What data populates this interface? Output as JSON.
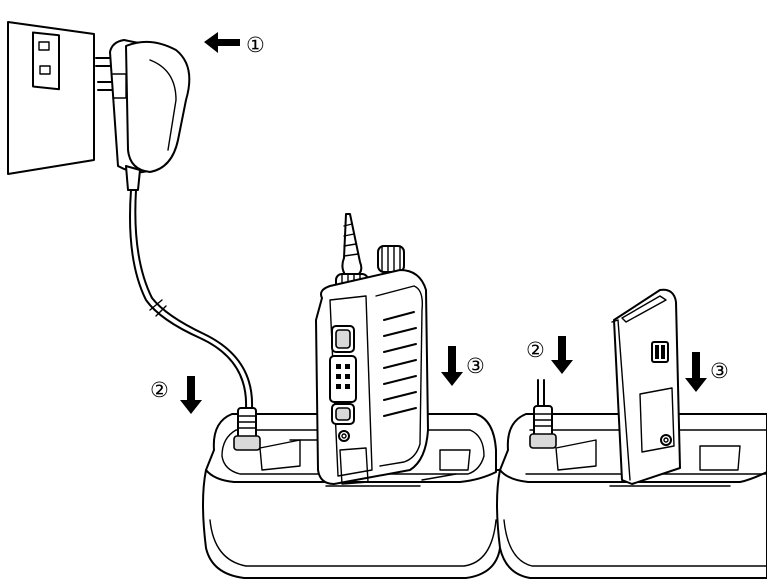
{
  "steps": [
    {
      "number": 1,
      "marker": "①",
      "direction": "left",
      "target": "power-adapter"
    },
    {
      "number": 2,
      "marker": "②",
      "direction": "down",
      "target": "dc-plug-left-charger"
    },
    {
      "number": 3,
      "marker": "③",
      "direction": "down",
      "target": "radio-in-left-charger"
    },
    {
      "number": 2,
      "marker": "②",
      "direction": "down",
      "target": "dc-plug-right-charger"
    },
    {
      "number": 3,
      "marker": "③",
      "direction": "down",
      "target": "battery-in-right-charger"
    }
  ],
  "colors": {
    "line": "#000000",
    "fill": "#ffffff",
    "shade": "#d9d9d9"
  }
}
